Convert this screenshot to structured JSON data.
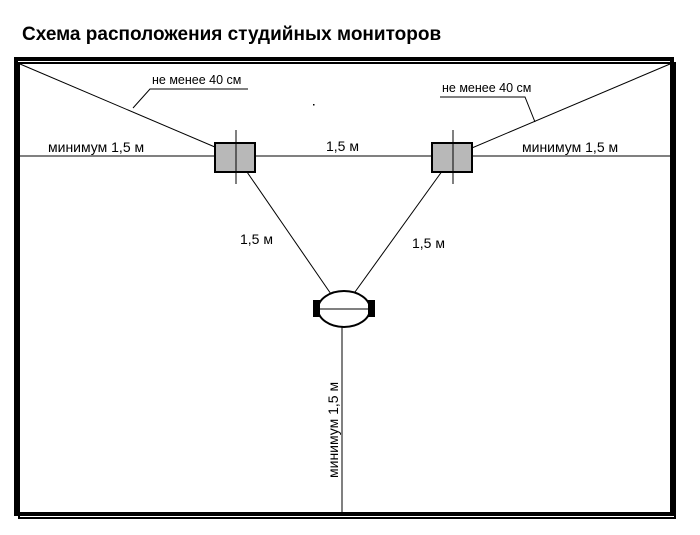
{
  "title": "Схема расположения  студийных мониторов",
  "labels": {
    "left_distance_min": "не менее 40 см",
    "right_distance_min": "не менее 40 см",
    "left_wall": "минимум 1,5 м",
    "right_wall": "минимум 1,5 м",
    "between_monitors": "1,5 м",
    "left_to_listener": "1,5 м",
    "right_to_listener": "1,5 м",
    "listener_to_back": "минимум 1,5 м"
  },
  "colors": {
    "line": "#000000",
    "monitor_fill": "#b8b8b8",
    "listener_fill": "#ffffff"
  },
  "icons": {
    "monitor": "speaker-box-icon",
    "listener": "listener-head-icon"
  }
}
